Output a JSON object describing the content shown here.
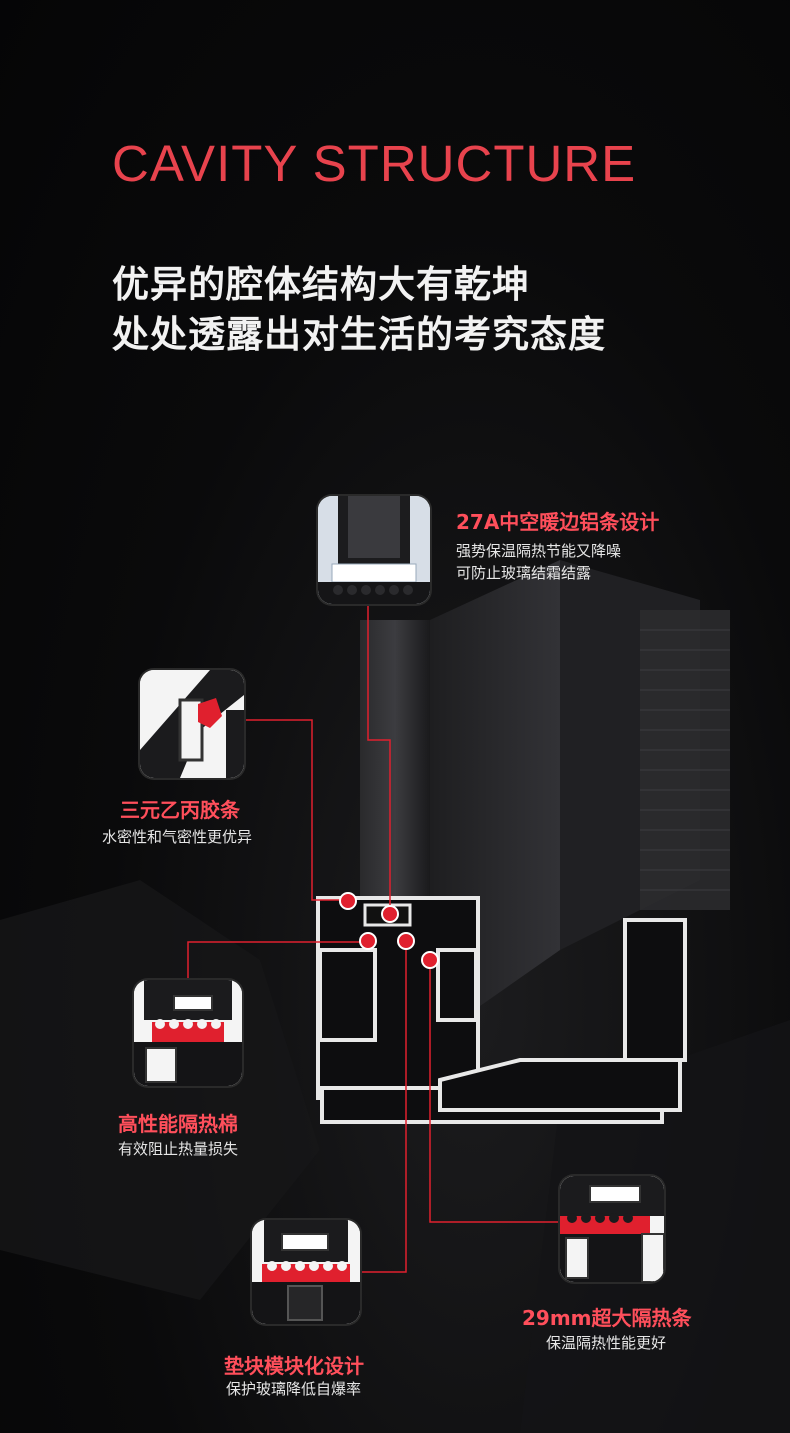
{
  "header": {
    "eyebrow": "CAVITY STRUCTURE",
    "headline_line1": "优异的腔体结构大有乾坤",
    "headline_line2": "处处透露出对生活的考究态度"
  },
  "features": [
    {
      "title": "27A中空暖边铝条设计",
      "desc_line1": "强势保温隔热节能又降噪",
      "desc_line2": "可防止玻璃结霜结露"
    },
    {
      "title": "三元乙丙胶条",
      "desc_line1": "水密性和气密性更优异"
    },
    {
      "title": "高性能隔热棉",
      "desc_line1": "有效阻止热量损失"
    },
    {
      "title": "垫块模块化设计",
      "desc_line1": "保护玻璃降低自爆率"
    },
    {
      "title": "29mm超大隔热条",
      "desc_line1": "保温隔热性能更好"
    }
  ],
  "colors": {
    "accent": "#e8434d",
    "marker": "#e0202e",
    "background": "#0a0a0b"
  }
}
